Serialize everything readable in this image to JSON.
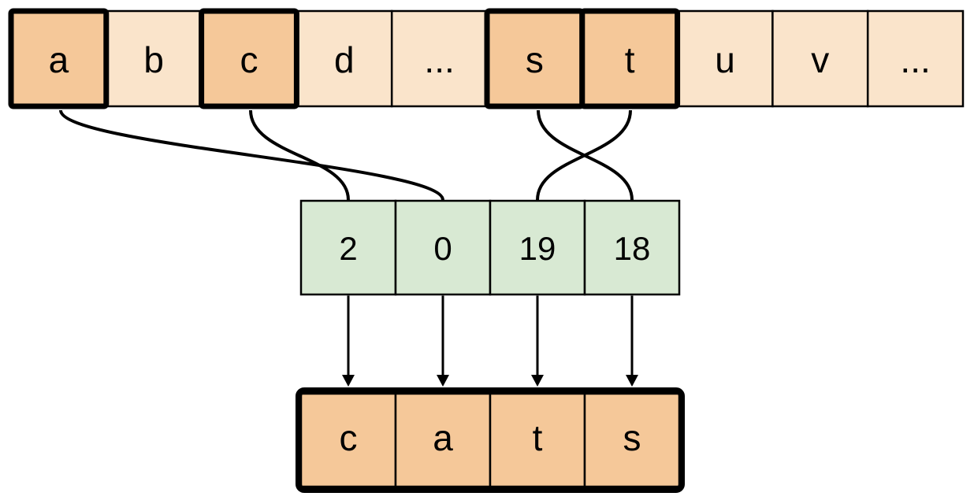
{
  "colors": {
    "page_bg": "#ffffff",
    "cell_plain": "#FAE4CB",
    "cell_highlight": "#F5C899",
    "cell_index": "#D8E9D3",
    "border": "#000000"
  },
  "alphabet_row": {
    "cells": [
      {
        "label": "a",
        "highlighted": true
      },
      {
        "label": "b",
        "highlighted": false
      },
      {
        "label": "c",
        "highlighted": true
      },
      {
        "label": "d",
        "highlighted": false
      },
      {
        "label": "...",
        "highlighted": false
      },
      {
        "label": "s",
        "highlighted": true
      },
      {
        "label": "t",
        "highlighted": true
      },
      {
        "label": "u",
        "highlighted": false
      },
      {
        "label": "v",
        "highlighted": false
      },
      {
        "label": "...",
        "highlighted": false
      }
    ]
  },
  "index_row": {
    "cells": [
      {
        "value": "2"
      },
      {
        "value": "0"
      },
      {
        "value": "19"
      },
      {
        "value": "18"
      }
    ]
  },
  "output_row": {
    "cells": [
      {
        "letter": "c"
      },
      {
        "letter": "a"
      },
      {
        "letter": "t"
      },
      {
        "letter": "s"
      }
    ]
  },
  "connections": {
    "letter_to_index": [
      {
        "from": "a",
        "to": "0"
      },
      {
        "from": "c",
        "to": "2"
      },
      {
        "from": "s",
        "to": "18"
      },
      {
        "from": "t",
        "to": "19"
      }
    ],
    "index_to_output": [
      {
        "from": "2",
        "to": "c"
      },
      {
        "from": "0",
        "to": "a"
      },
      {
        "from": "19",
        "to": "t"
      },
      {
        "from": "18",
        "to": "s"
      }
    ]
  }
}
